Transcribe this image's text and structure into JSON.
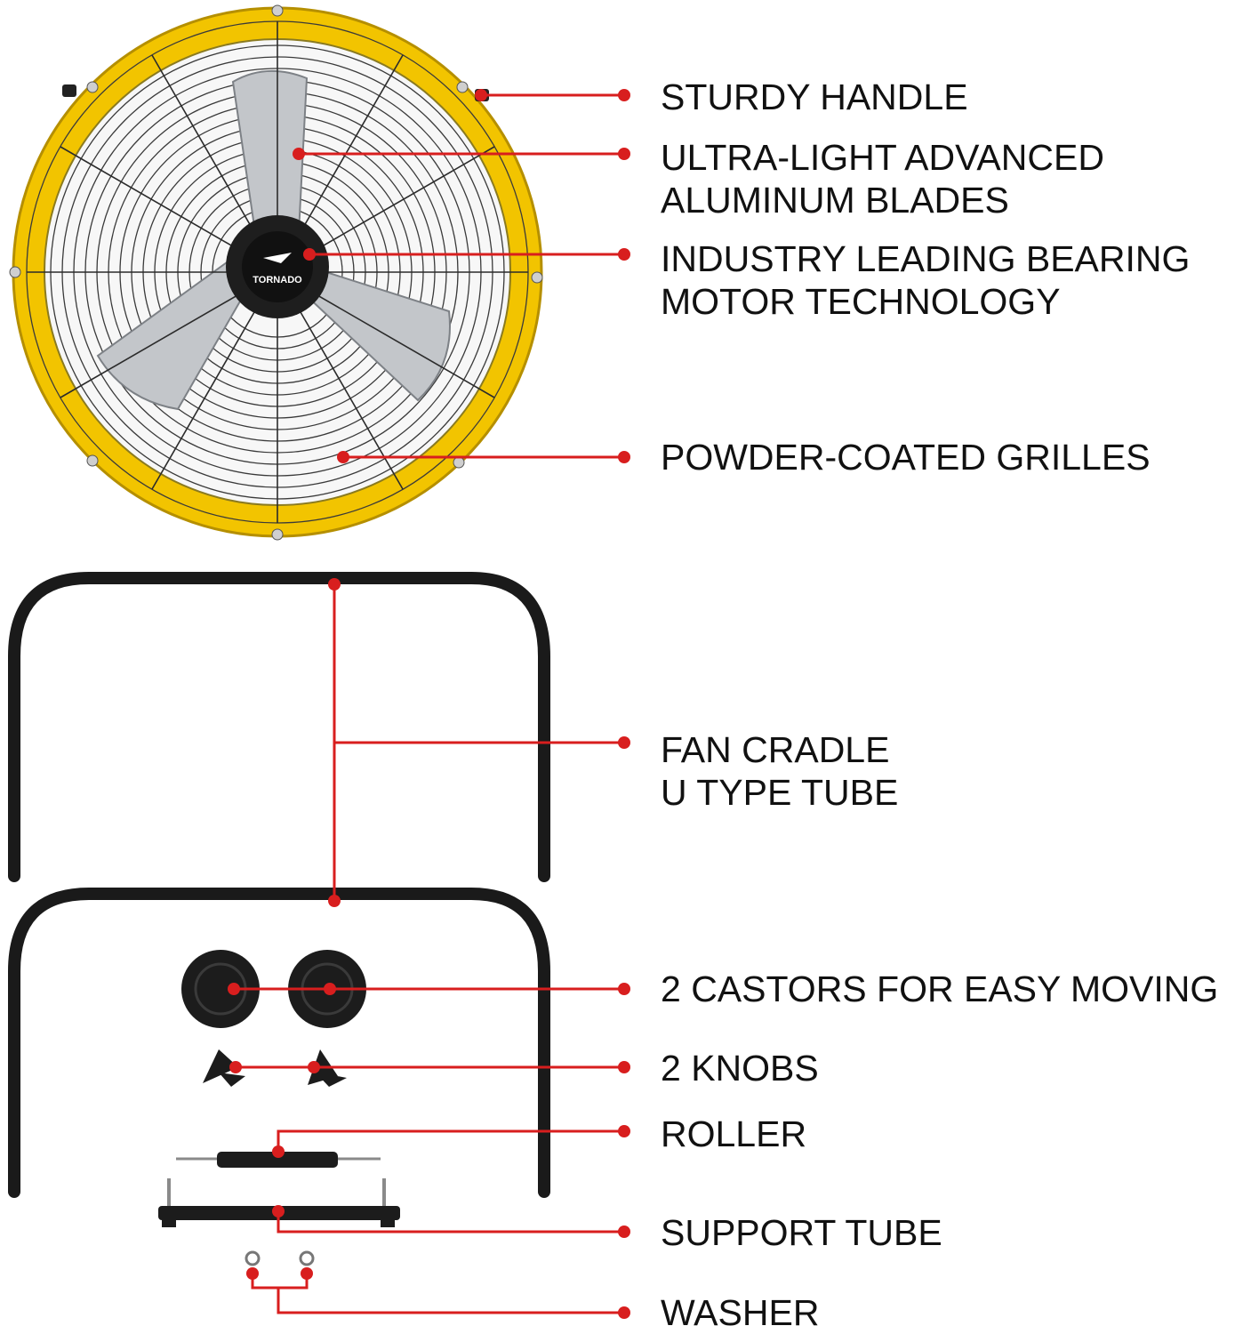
{
  "brand": {
    "logo_text": "TORNADO"
  },
  "colors": {
    "leader": "#d81e1e",
    "fan_rim": "#f2c400",
    "frame": "#1a1a1a",
    "blade": "#b9bcc0",
    "label_text": "#111111"
  },
  "callouts": {
    "handle": {
      "lines": [
        "STURDY HANDLE"
      ]
    },
    "blades": {
      "lines": [
        "ULTRA-LIGHT ADVANCED",
        "ALUMINUM BLADES"
      ]
    },
    "motor": {
      "lines": [
        "INDUSTRY LEADING BEARING",
        "MOTOR TECHNOLOGY"
      ]
    },
    "grilles": {
      "lines": [
        "POWDER-COATED GRILLES"
      ]
    },
    "cradle": {
      "lines": [
        "FAN CRADLE",
        "U TYPE TUBE"
      ]
    },
    "castors": {
      "lines": [
        "2 CASTORS FOR EASY MOVING"
      ]
    },
    "knobs": {
      "lines": [
        "2 KNOBS"
      ]
    },
    "roller": {
      "lines": [
        "ROLLER"
      ]
    },
    "support": {
      "lines": [
        "SUPPORT TUBE"
      ]
    },
    "washer": {
      "lines": [
        "WASHER"
      ]
    }
  }
}
